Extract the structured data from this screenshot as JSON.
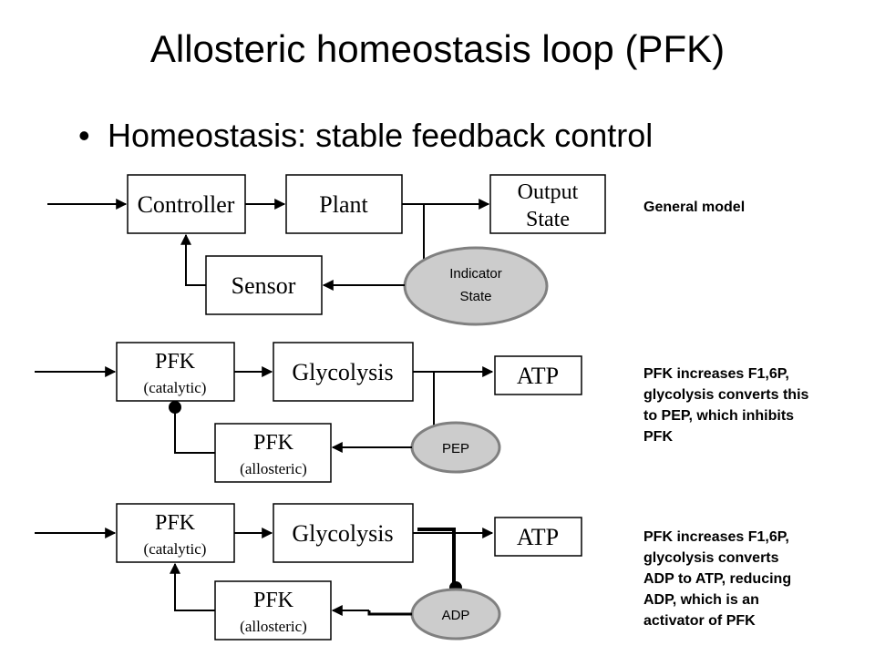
{
  "slide": {
    "title": "Allosteric homeostasis loop (PFK)",
    "bullet": "Homeostasis: stable feedback control"
  },
  "model_general": {
    "controller": "Controller",
    "plant": "Plant",
    "output_line1": "Output",
    "output_line2": "State",
    "sensor": "Sensor",
    "indicator_line1": "Indicator",
    "indicator_line2": "State",
    "note": "General model"
  },
  "model_pep": {
    "pfk_cat_line1": "PFK",
    "pfk_cat_line2": "(catalytic)",
    "glycolysis": "Glycolysis",
    "atp": "ATP",
    "pfk_allo_line1": "PFK",
    "pfk_allo_line2": "(allosteric)",
    "indicator": "PEP",
    "note_lines": [
      "PFK increases F1,6P,",
      "glycolysis converts this",
      "to PEP, which inhibits",
      "PFK"
    ]
  },
  "model_adp": {
    "pfk_cat_line1": "PFK",
    "pfk_cat_line2": "(catalytic)",
    "glycolysis": "Glycolysis",
    "atp": "ATP",
    "pfk_allo_line1": "PFK",
    "pfk_allo_line2": "(allosteric)",
    "indicator": "ADP",
    "note_lines": [
      "PFK increases F1,6P,",
      "glycolysis converts",
      "ADP to ATP, reducing",
      "ADP, which is an",
      "activator of PFK"
    ]
  },
  "colors": {
    "ellipse_fill": "#cccccc",
    "ellipse_stroke": "#808080",
    "line": "#000000"
  }
}
